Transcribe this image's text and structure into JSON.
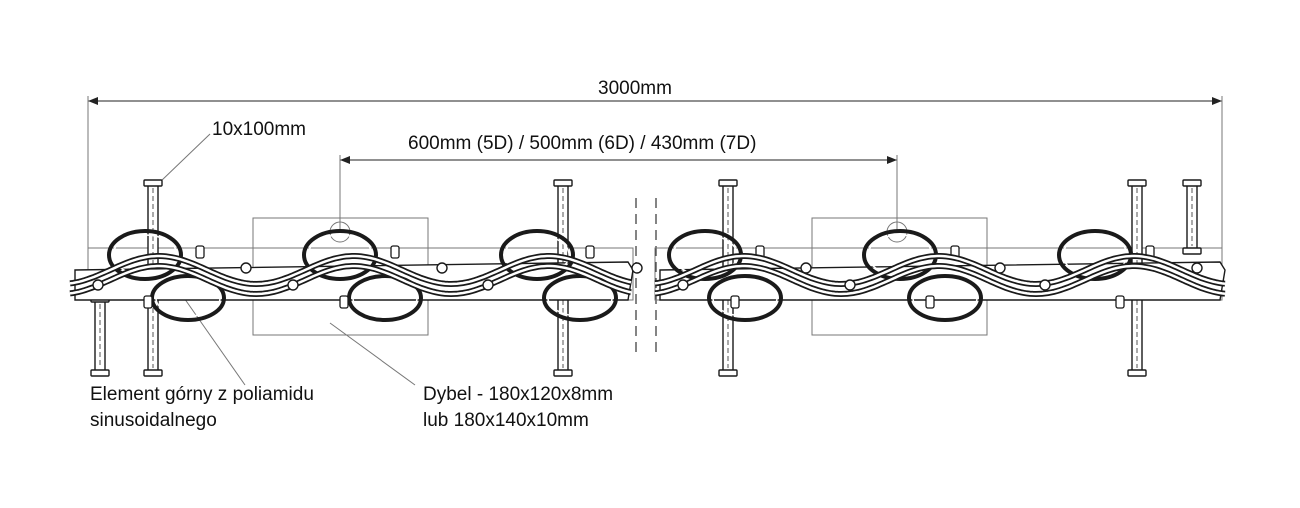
{
  "dimensions": {
    "total_length": "3000mm",
    "bar_size": "10x100mm",
    "dowel_spacing": "600mm (5D) / 500mm (6D) / 430mm (7D)"
  },
  "labels": {
    "top_element_line1": "Element górny z poliamidu",
    "top_element_line2": "sinusoidalnego",
    "dowel_line1": "Dybel - 180x120x8mm",
    "dowel_line2": "lub 180x140x10mm"
  },
  "colors": {
    "line": "#1a1a1a",
    "thin": "#777777"
  }
}
